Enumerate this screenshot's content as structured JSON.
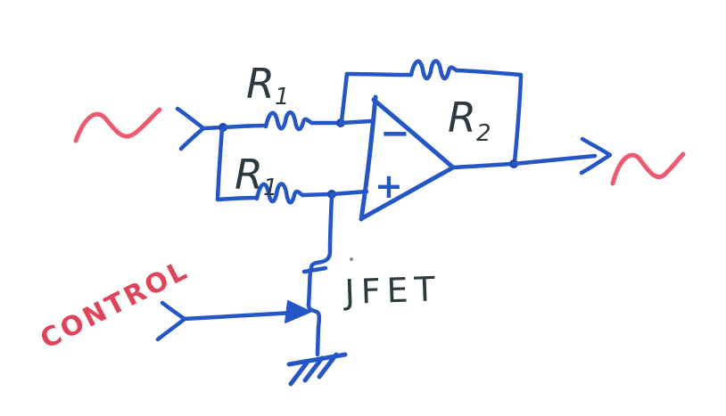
{
  "diagram": {
    "kind": "hand-drawn-circuit-schematic",
    "description": "Op-amp gain stage with JFET voltage-controlled resistance",
    "colors": {
      "ink_blue": "#2456c6",
      "ink_blue_dark": "#1d46ae",
      "ink_red": "#ee5a70",
      "ink_red_control": "#e0445a",
      "ink_label_dark": "#2c3a3f",
      "paper": "#ffffff"
    },
    "labels": {
      "r1_top": {
        "base": "R",
        "sub": "1"
      },
      "r1_bottom": {
        "base": "R",
        "sub": "1"
      },
      "r2": {
        "base": "R",
        "sub": "2"
      },
      "jfet": "JFET",
      "control": "CONTROL"
    },
    "opamp": {
      "inverting_input_sign": "−",
      "noninverting_input_sign": "+"
    },
    "icons": {
      "input_signal": "sine-wave",
      "output_signal": "sine-wave",
      "input_arrow": "arrow-right",
      "output_arrow": "arrow-right",
      "control_arrow": "arrow-right",
      "ground": "earth-ground"
    }
  }
}
